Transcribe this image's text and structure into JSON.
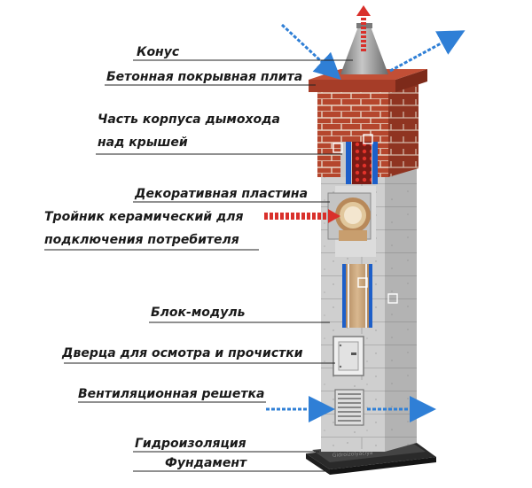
{
  "labels": {
    "cone": "Конус",
    "concrete_cover": "Бетонная покрывная плита",
    "chimney_body_line1": "Часть корпуса дымохода",
    "chimney_body_line2": "над крышей",
    "decorative_plate": "Декоративная пластина",
    "ceramic_tee_line1": "Тройник керамический для",
    "ceramic_tee_line2": "подключения потребителя",
    "block_module": "Блок-модуль",
    "inspection_door": "Дверца для осмотра и прочистки",
    "vent_grille": "Вентиляционная решетка",
    "waterproofing": "Гидроизоляция",
    "foundation": "Фундамент"
  },
  "colors": {
    "brick": "#b5462d",
    "brick_mortar": "#e8d6c6",
    "cover_slab": "#a63d28",
    "block_gray": "#c9c9c9",
    "block_light": "#e2e2e2",
    "ceramic_pipe": "#c8a37a",
    "insulation_blue": "#1d5fc9",
    "hot_arrow": "#d9302b",
    "cold_arrow": "#2f7fd6",
    "cone_steel": "#9a9a9a",
    "leader_line": "#222222",
    "foundation": "#2a2a2a"
  }
}
